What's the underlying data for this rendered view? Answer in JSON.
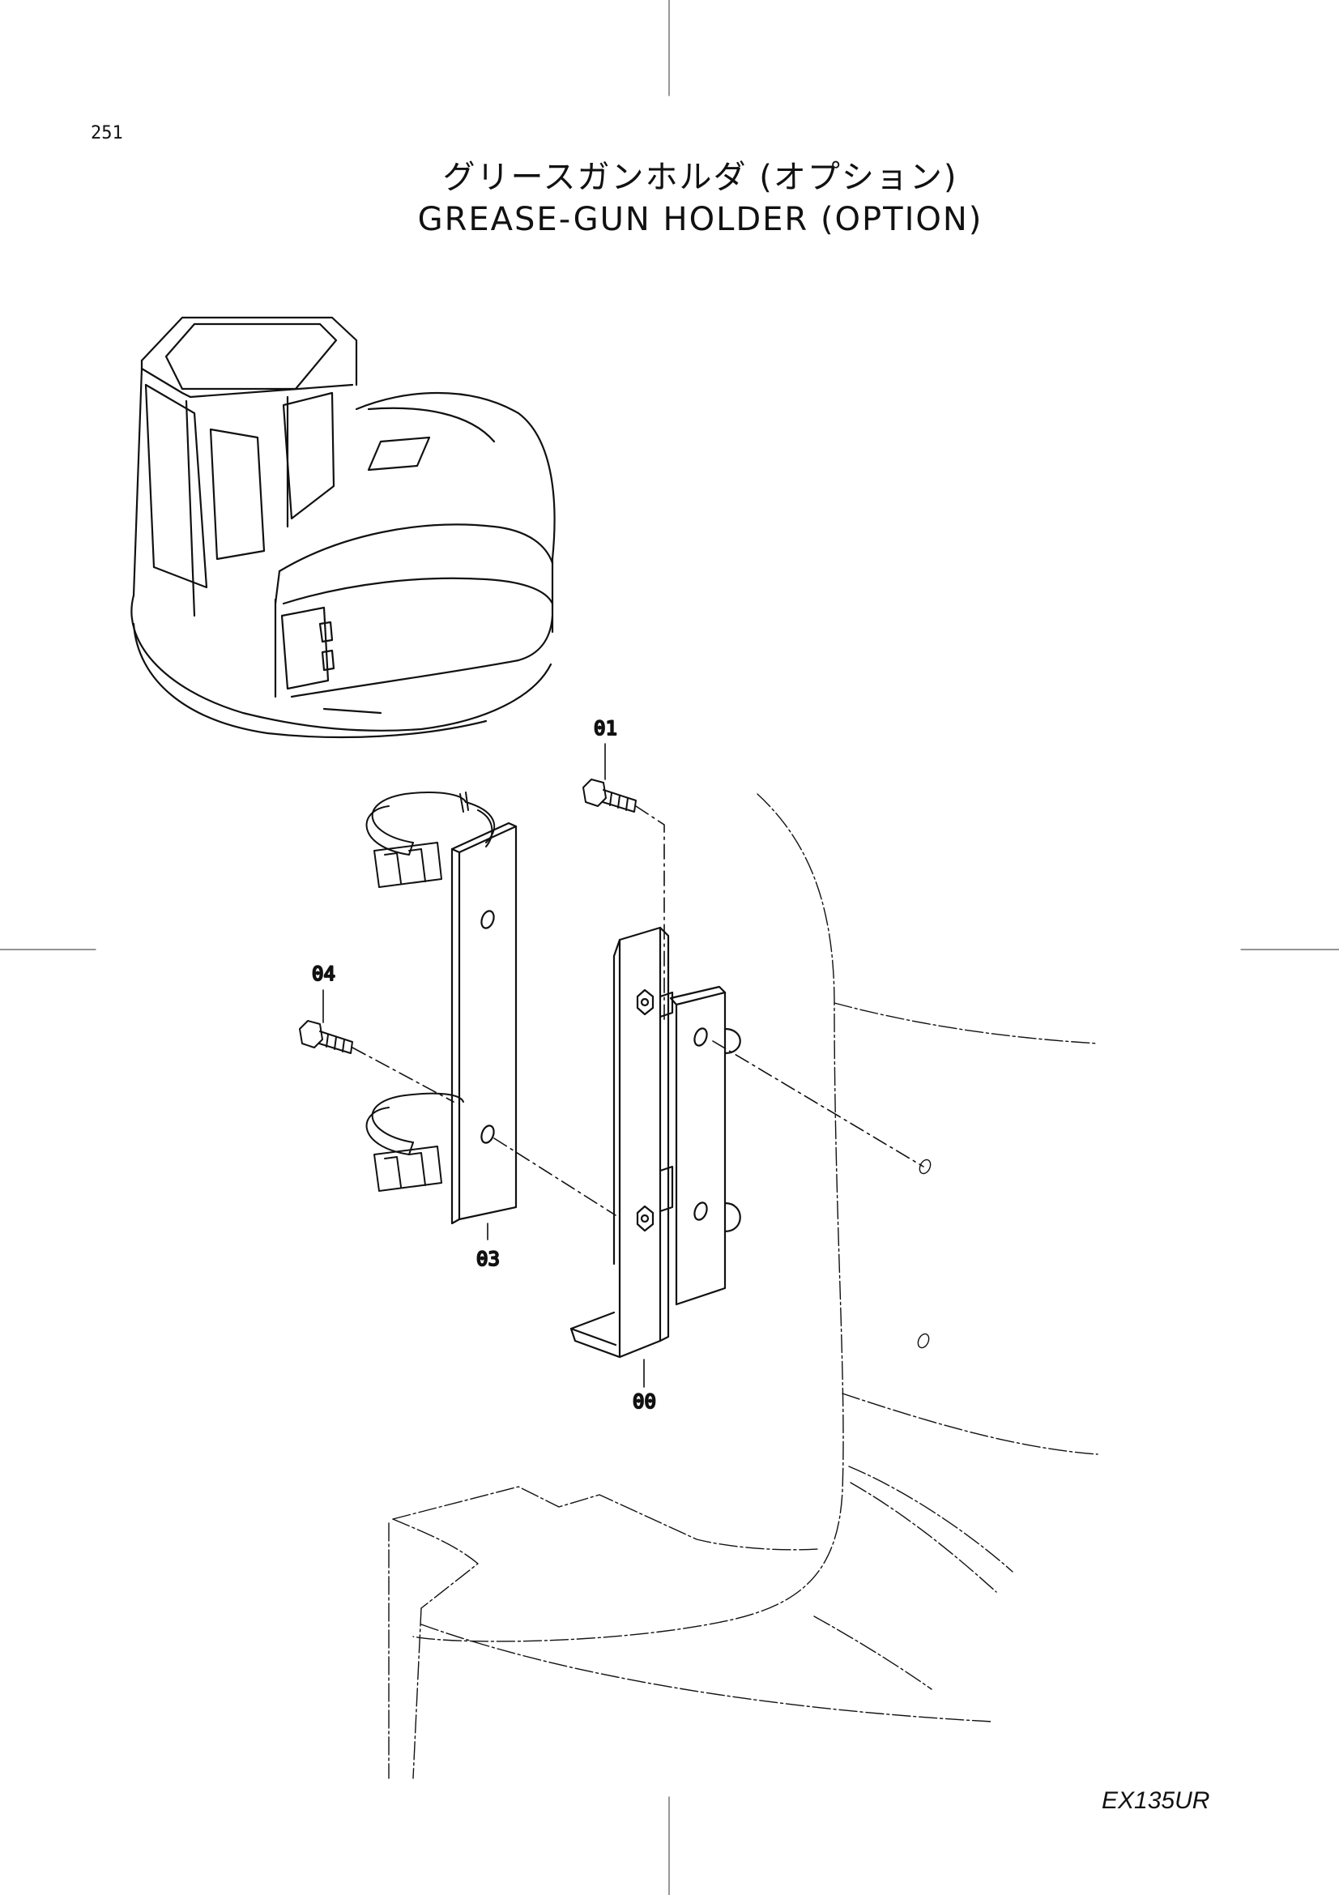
{
  "page_number": "251",
  "title_ja": "グリースガンホルダ (オプション)",
  "title_en": "GREASE-GUN  HOLDER  (OPTION)",
  "model_code": "EX135UR",
  "callouts": {
    "c00": "00",
    "c01": "01",
    "c03": "03",
    "c04": "04"
  }
}
